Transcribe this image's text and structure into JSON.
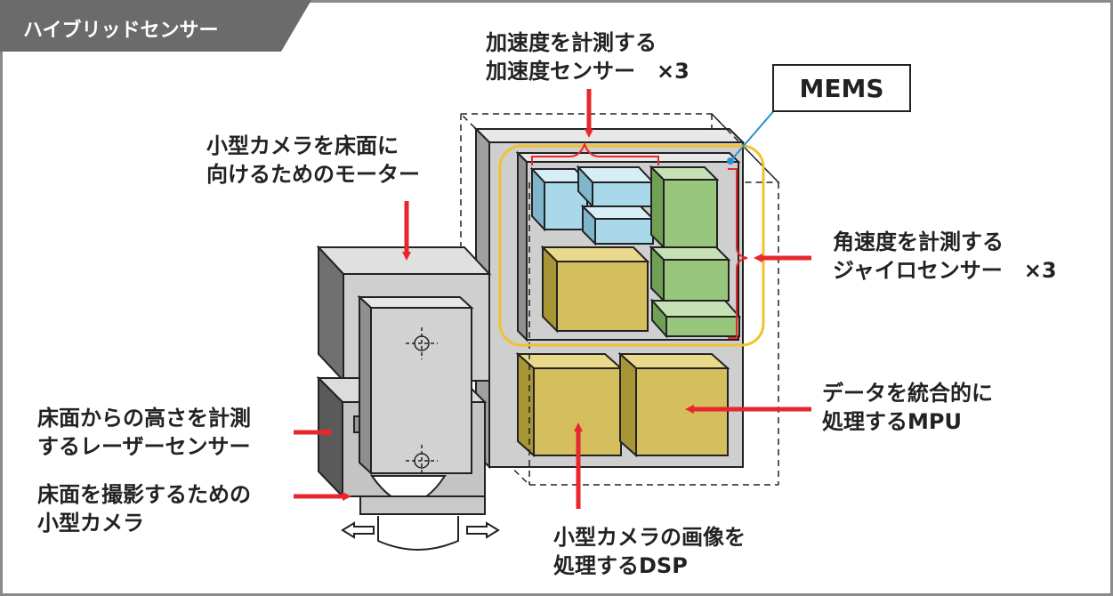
{
  "header": {
    "title": "ハイブリッドセンサー"
  },
  "mems_label": "MEMS",
  "labels": {
    "accel_line1": "加速度を計測する",
    "accel_line2": "加速度センサー　×3",
    "motor_line1": "小型カメラを床面に",
    "motor_line2": "向けるためのモーター",
    "gyro_line1": "角速度を計測する",
    "gyro_line2": "ジャイロセンサー　×3",
    "laser_line1": "床面からの高さを計測",
    "laser_line2": "するレーザーセンサー",
    "camera_line1": "床面を撮影するための",
    "camera_line2": "小型カメラ",
    "mpu_line1": "データを統合的に",
    "mpu_line2": "処理するMPU",
    "dsp_line1": "小型カメラの画像を",
    "dsp_line2": "処理するDSP"
  },
  "colors": {
    "header_bg": "#6b6b6b",
    "frame": "#8a8a8a",
    "arrow": "#e8262d",
    "mems_outline": "#f2c12e",
    "mems_leader": "#2a8fd0",
    "accel_sensor": "#a9d8ea",
    "gyro_sensor": "#98c67c",
    "chip_yellow": "#d4be5e",
    "board_gray": "#cfcfcf"
  }
}
